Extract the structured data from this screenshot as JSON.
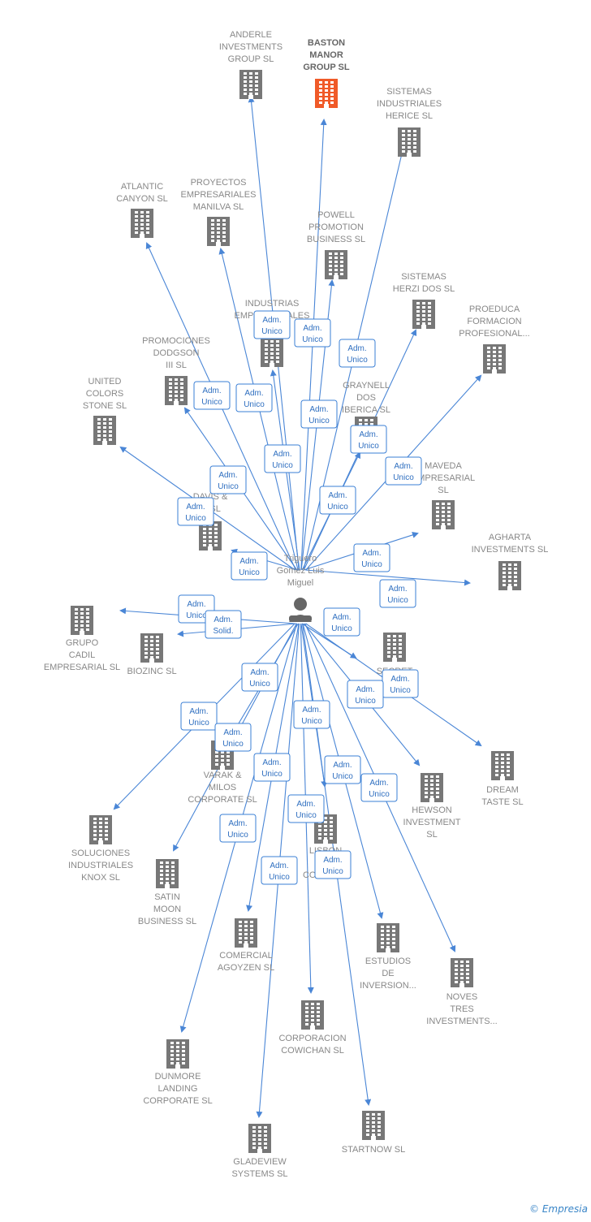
{
  "colors": {
    "edge": "#4a86d6",
    "building": "#777777",
    "highlight": "#f05a28"
  },
  "center": {
    "name_lines": [
      "Triguero",
      "Gomez Luis",
      "Miguel"
    ],
    "icon": "person-icon"
  },
  "companies": [
    {
      "id": "anderle",
      "lines": [
        "ANDERLE",
        "INVESTMENTS",
        "GROUP SL"
      ],
      "role": [
        "Adm.",
        "Unico"
      ]
    },
    {
      "id": "baston",
      "lines": [
        "BASTON",
        "MANOR",
        "GROUP  SL"
      ],
      "role": [
        "Adm.",
        "Unico"
      ],
      "highlight": true
    },
    {
      "id": "herice",
      "lines": [
        "SISTEMAS",
        "INDUSTRIALES",
        "HERICE  SL"
      ],
      "role": [
        "Adm.",
        "Unico"
      ]
    },
    {
      "id": "atlantic",
      "lines": [
        "ATLANTIC",
        "CANYON SL"
      ],
      "role": [
        "Adm.",
        "Unico"
      ]
    },
    {
      "id": "manilva",
      "lines": [
        "PROYECTOS",
        "EMPRESARIALES",
        "MANILVA SL"
      ],
      "role": [
        "Adm.",
        "Unico"
      ]
    },
    {
      "id": "powell",
      "lines": [
        "POWELL",
        "PROMOTION",
        "BUSINESS  SL"
      ],
      "role": [
        "Adm.",
        "Unico"
      ]
    },
    {
      "id": "herzi",
      "lines": [
        "SISTEMAS",
        "HERZI DOS SL"
      ],
      "role": [
        "Adm.",
        "Unico"
      ]
    },
    {
      "id": "proeduca",
      "lines": [
        "PROEDUCA",
        "FORMACION",
        "PROFESIONAL..."
      ],
      "role": [
        "Adm.",
        "Unico"
      ]
    },
    {
      "id": "industrias",
      "lines": [
        "INDUSTRIAS",
        "EMPRESARIALES",
        "SE... SL"
      ],
      "role": [
        "Adm.",
        "Unico"
      ]
    },
    {
      "id": "dodgson",
      "lines": [
        "PROMOCIONES",
        "DODGSON",
        "III SL"
      ],
      "role": [
        "Adm.",
        "Unico"
      ]
    },
    {
      "id": "graynell",
      "lines": [
        "GRAYNELL",
        "DOS",
        "IBERICA  SL"
      ],
      "role": [
        "Adm.",
        "Unico"
      ]
    },
    {
      "id": "united",
      "lines": [
        "UNITED",
        "COLORS",
        "STONE SL"
      ],
      "role": [
        "Adm.",
        "Unico"
      ]
    },
    {
      "id": "maveda",
      "lines": [
        "MAVEDA",
        "EMPRESARIAL",
        "SL"
      ],
      "role": [
        "Adm.",
        "Unico"
      ]
    },
    {
      "id": "davis",
      "lines": [
        "DAVIS &",
        "... SL"
      ],
      "role": [
        "Adm.",
        "Unico"
      ]
    },
    {
      "id": "agharta",
      "lines": [
        "AGHARTA",
        "INVESTMENTS SL"
      ],
      "role": [
        "Adm.",
        "Unico"
      ]
    },
    {
      "id": "cadil",
      "lines": [
        "GRUPO",
        "CADIL",
        "EMPRESARIAL SL"
      ],
      "role": [
        "Adm.",
        "Unico"
      ]
    },
    {
      "id": "biozinc",
      "lines": [
        "BIOZINC SL"
      ],
      "role": [
        "Adm.",
        "Solid."
      ]
    },
    {
      "id": "secret",
      "lines": [
        "SECRET",
        "... S..."
      ],
      "role": [
        "Adm.",
        "Unico"
      ]
    },
    {
      "id": "dream",
      "lines": [
        "DREAM",
        "TASTE SL"
      ],
      "role": [
        "Adm.",
        "Unico"
      ]
    },
    {
      "id": "hewson",
      "lines": [
        "HEWSON",
        "INVESTMENT",
        "SL"
      ],
      "role": [
        "Adm.",
        "Unico"
      ]
    },
    {
      "id": "varak",
      "lines": [
        "VARAK &",
        "MILOS",
        "CORPORATE SL"
      ],
      "role": [
        "Adm.",
        "Unico"
      ]
    },
    {
      "id": "knox",
      "lines": [
        "SOLUCIONES",
        "INDUSTRIALES",
        "KNOX SL"
      ],
      "role": [
        "Adm.",
        "Unico"
      ]
    },
    {
      "id": "satin",
      "lines": [
        "SATIN",
        "MOON",
        "BUSINESS SL"
      ],
      "role": [
        "Adm.",
        "Unico"
      ]
    },
    {
      "id": "lisbon",
      "lines": [
        "LISBON",
        "W...",
        "CORP... SL"
      ],
      "role": [
        "Adm.",
        "Unico"
      ]
    },
    {
      "id": "agoyzen",
      "lines": [
        "COMERCIAL",
        "AGOYZEN SL"
      ],
      "role": [
        "Adm.",
        "Unico"
      ]
    },
    {
      "id": "estudios",
      "lines": [
        "ESTUDIOS",
        "DE",
        "INVERSION..."
      ],
      "role": [
        "Adm.",
        "Unico"
      ]
    },
    {
      "id": "noves",
      "lines": [
        "NOVES",
        "TRES",
        "INVESTMENTS..."
      ],
      "role": [
        "Adm.",
        "Unico"
      ]
    },
    {
      "id": "cowichan",
      "lines": [
        "CORPORACION",
        "COWICHAN SL"
      ],
      "role": [
        "Adm.",
        "Unico"
      ]
    },
    {
      "id": "dunmore",
      "lines": [
        "DUNMORE",
        "LANDING",
        "CORPORATE SL"
      ],
      "role": [
        "Adm.",
        "Unico"
      ]
    },
    {
      "id": "gladeview",
      "lines": [
        "GLADEVIEW",
        "SYSTEMS  SL"
      ],
      "role": [
        "Adm.",
        "Unico"
      ]
    },
    {
      "id": "startnow",
      "lines": [
        "STARTNOW SL"
      ],
      "role": [
        "Adm.",
        "Unico"
      ]
    }
  ],
  "footer": {
    "copyright_symbol": "©",
    "brand": "Empresia"
  }
}
